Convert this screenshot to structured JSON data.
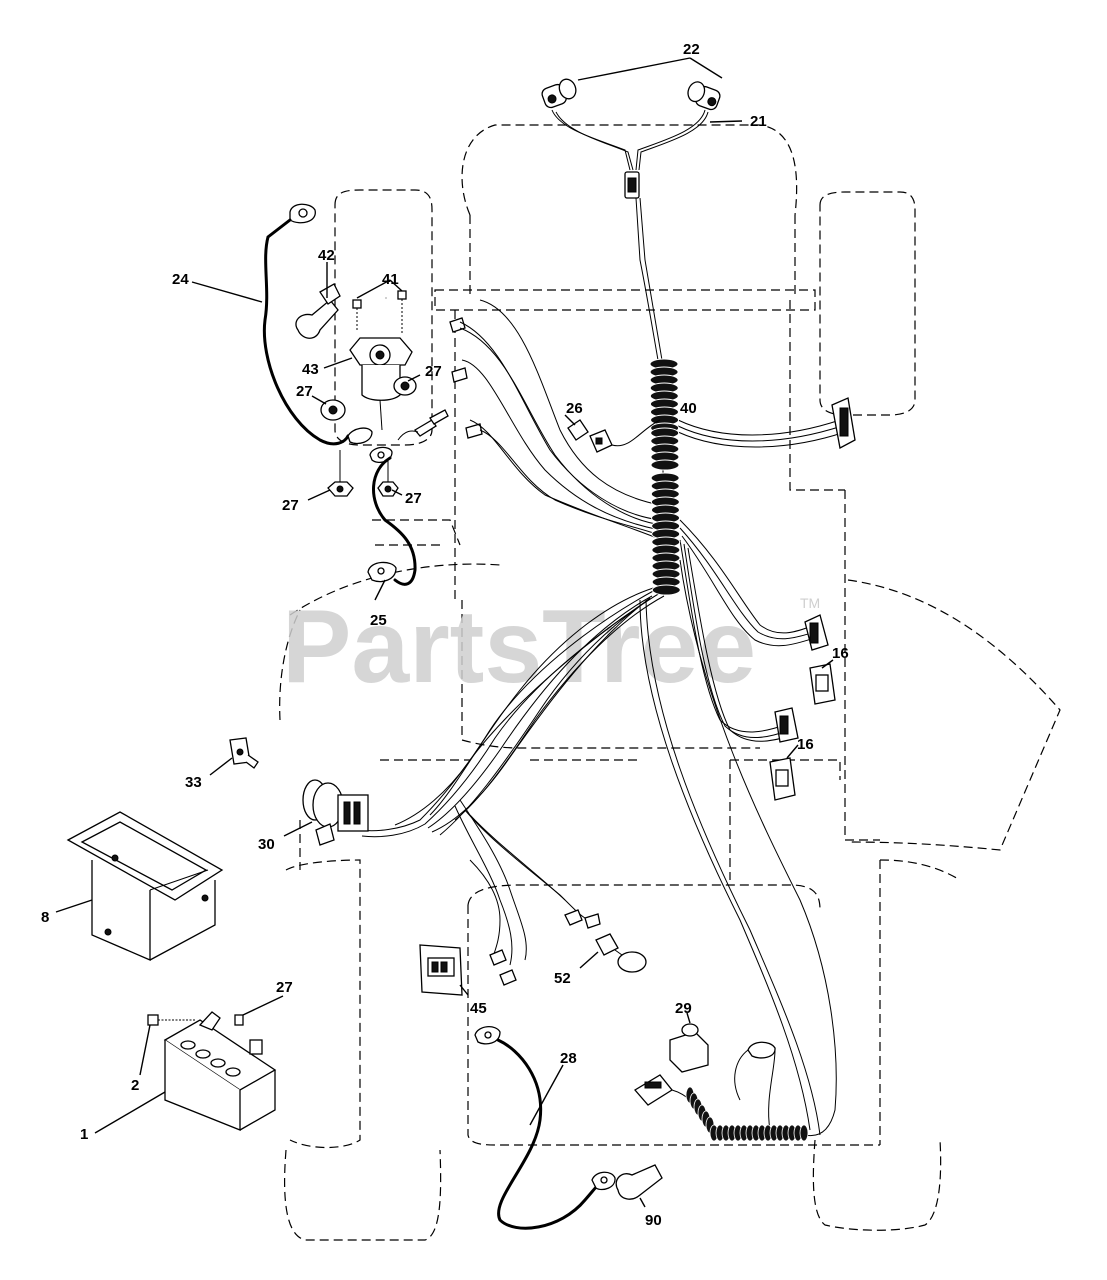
{
  "watermark": {
    "brand": "PartsTree",
    "trademark": "TM"
  },
  "callouts": [
    {
      "id": "22",
      "label": "22"
    },
    {
      "id": "21",
      "label": "21"
    },
    {
      "id": "42",
      "label": "42"
    },
    {
      "id": "41",
      "label": "41"
    },
    {
      "id": "24",
      "label": "24"
    },
    {
      "id": "43",
      "label": "43"
    },
    {
      "id": "27a",
      "label": "27"
    },
    {
      "id": "27b",
      "label": "27"
    },
    {
      "id": "27c",
      "label": "27"
    },
    {
      "id": "27d",
      "label": "27"
    },
    {
      "id": "26",
      "label": "26"
    },
    {
      "id": "40",
      "label": "40"
    },
    {
      "id": "25",
      "label": "25"
    },
    {
      "id": "16a",
      "label": "16"
    },
    {
      "id": "16b",
      "label": "16"
    },
    {
      "id": "33",
      "label": "33"
    },
    {
      "id": "30",
      "label": "30"
    },
    {
      "id": "8",
      "label": "8"
    },
    {
      "id": "27e",
      "label": "27"
    },
    {
      "id": "45",
      "label": "45"
    },
    {
      "id": "52",
      "label": "52"
    },
    {
      "id": "29",
      "label": "29"
    },
    {
      "id": "28",
      "label": "28"
    },
    {
      "id": "2",
      "label": "2"
    },
    {
      "id": "1",
      "label": "1"
    },
    {
      "id": "90",
      "label": "90"
    }
  ]
}
